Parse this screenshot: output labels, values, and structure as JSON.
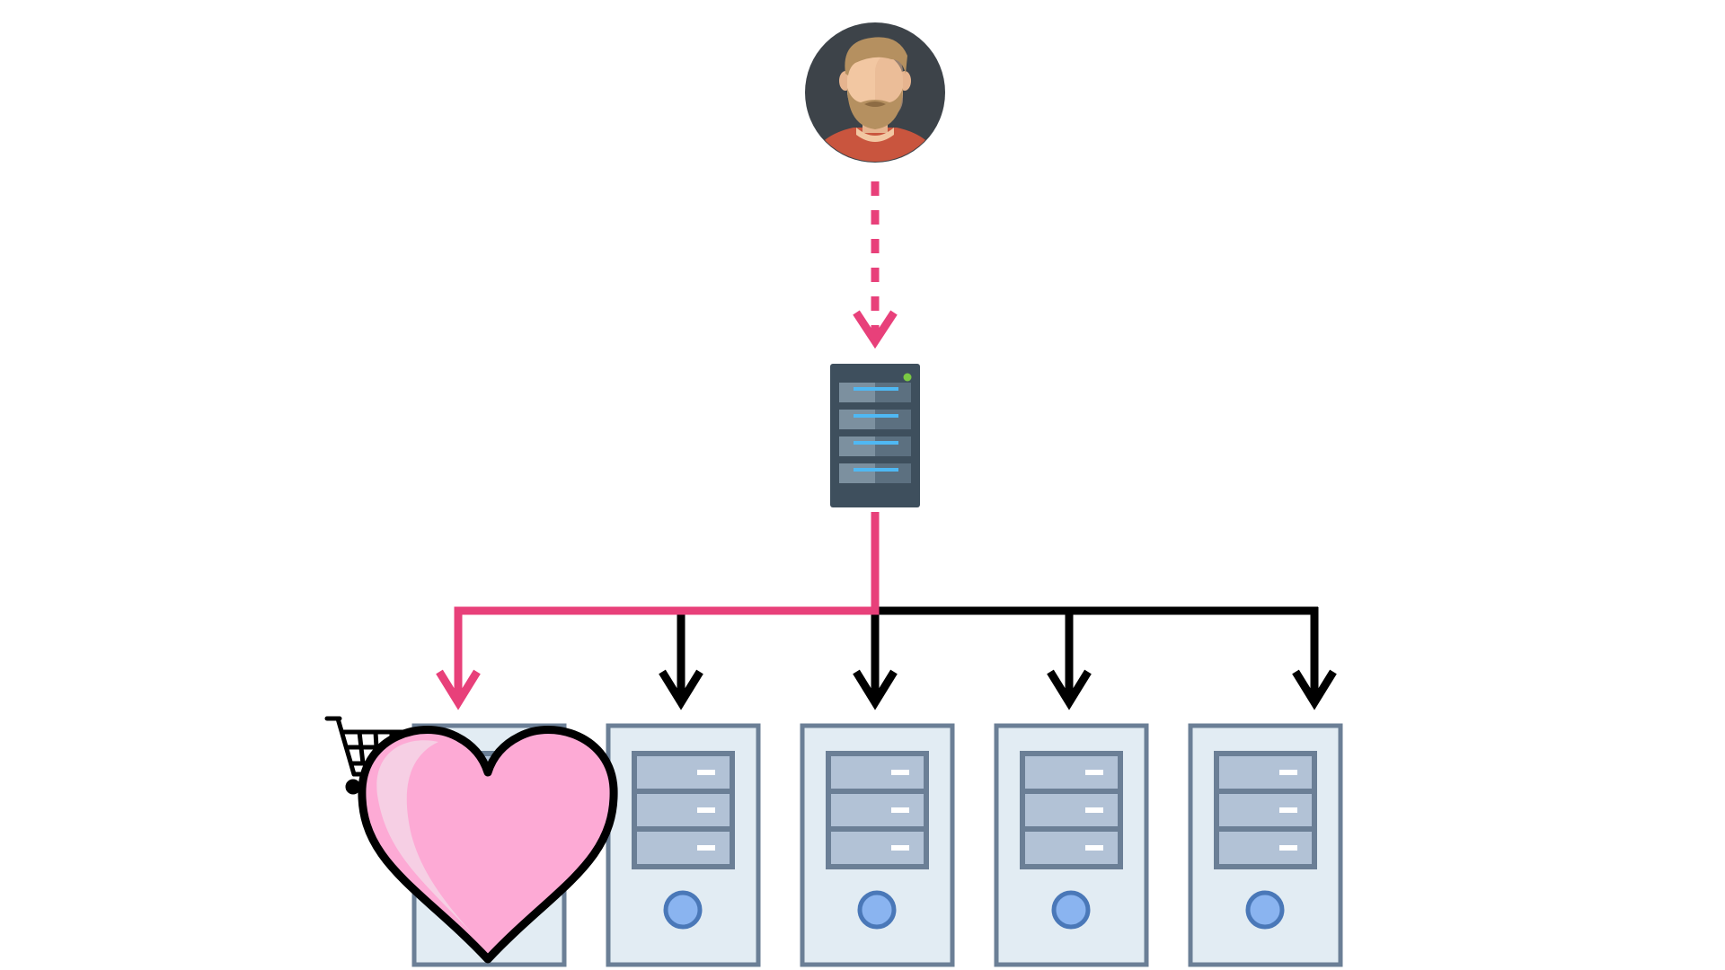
{
  "diagram": {
    "nodes": {
      "user": {
        "kind": "user",
        "icon": "user-avatar-icon"
      },
      "load_balancer": {
        "kind": "server",
        "icon": "rack-server-icon"
      },
      "backends": [
        {
          "kind": "server",
          "icon": "tower-server-icon",
          "selected": true,
          "overlay_icons": [
            "shopping-cart-icon",
            "heart-icon"
          ]
        },
        {
          "kind": "server",
          "icon": "tower-server-icon",
          "selected": false
        },
        {
          "kind": "server",
          "icon": "tower-server-icon",
          "selected": false
        },
        {
          "kind": "server",
          "icon": "tower-server-icon",
          "selected": false
        },
        {
          "kind": "server",
          "icon": "tower-server-icon",
          "selected": false
        }
      ]
    },
    "edges": [
      {
        "from": "user",
        "to": "load_balancer",
        "style": "dashed",
        "color": "#e8407a"
      },
      {
        "from": "load_balancer",
        "to": "backend-1",
        "style": "solid",
        "color": "#e8407a"
      },
      {
        "from": "load_balancer",
        "to": "backend-2",
        "style": "solid",
        "color": "#000000"
      },
      {
        "from": "load_balancer",
        "to": "backend-3",
        "style": "solid",
        "color": "#000000"
      },
      {
        "from": "load_balancer",
        "to": "backend-4",
        "style": "solid",
        "color": "#000000"
      },
      {
        "from": "load_balancer",
        "to": "backend-5",
        "style": "solid",
        "color": "#000000"
      }
    ]
  },
  "colors": {
    "highlight": "#e8407a",
    "connector": "#000000",
    "server_body": "#e2ecf3",
    "server_outline": "#6b7f96",
    "drive_bay": "#b2c2d6",
    "power_button": "#8ab4f0",
    "power_button_ring": "#4a78b8",
    "heart_fill": "#fdaad5",
    "heart_shine": "#f6cfe4",
    "rack_dark": "#3e4f5d",
    "rack_light": "#7c909f",
    "rack_led": "#4fb8f3",
    "status_led": "#7ac943",
    "avatar_bg": "#3d4349",
    "avatar_shirt": "#c9553e",
    "avatar_skin": "#f2c7a2",
    "avatar_hair": "#b59060"
  }
}
